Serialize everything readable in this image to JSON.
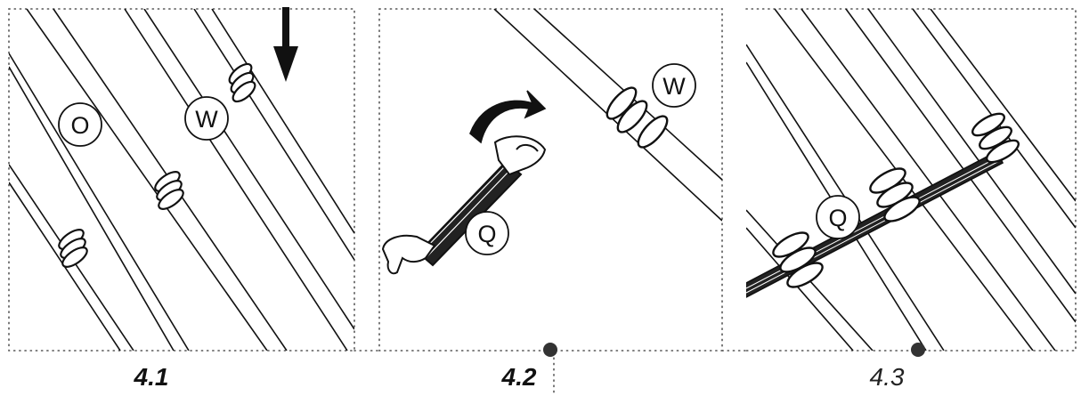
{
  "panels": [
    {
      "caption": "4.1",
      "labels": [
        "O",
        "W"
      ]
    },
    {
      "caption": "4.2",
      "labels": [
        "W",
        "Q"
      ]
    },
    {
      "caption": "4.3",
      "labels": [
        "Q"
      ]
    }
  ],
  "colors": {
    "ink": "#111111",
    "dot_marker": "#333333",
    "background": "#ffffff"
  }
}
